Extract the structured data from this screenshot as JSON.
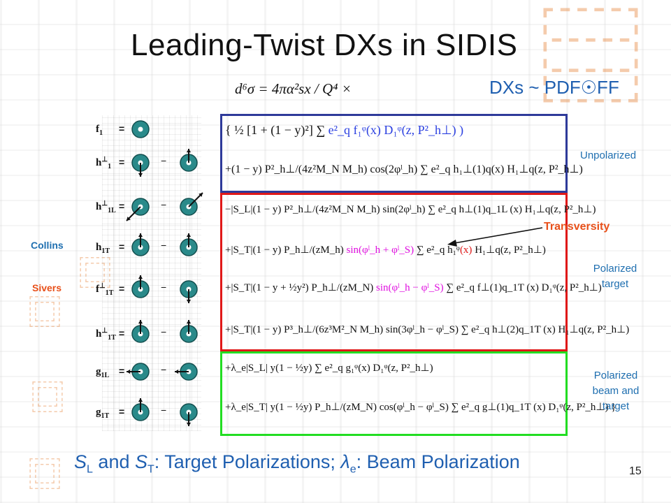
{
  "slide": {
    "title": "Leading-Twist DXs in SIDIS",
    "subtitle": "DXs ~ PDF☉FF",
    "page_number": "15",
    "bottom": {
      "s_l": "S",
      "s_l_sub": "L",
      "and": " and ",
      "s_t": "S",
      "s_t_sub": "T",
      "colon1": ": Target Polarizations; ",
      "lambda": "λ",
      "lambda_sub": "e",
      "colon2": ": Beam Polarization"
    }
  },
  "labels": {
    "unpolarized": "Unpolarized",
    "transversity": "Transversity",
    "polarized_target_1": "Polarized",
    "polarized_target_2": "target",
    "beam_1": "Polarized",
    "beam_2": "beam and",
    "beam_3": "target",
    "collins": "Collins",
    "sivers": "Sivers"
  },
  "functions": [
    {
      "base": "f",
      "sup": "",
      "sub": "1",
      "minus": false
    },
    {
      "base": "h",
      "sup": "⊥",
      "sub": "1",
      "minus": true
    },
    {
      "base": "h",
      "sup": "⊥",
      "sub": "1L",
      "minus": true
    },
    {
      "base": "h",
      "sup": "",
      "sub": "1T",
      "minus": true
    },
    {
      "base": "f",
      "sup": "⊥",
      "sub": "1T",
      "minus": true
    },
    {
      "base": "h",
      "sup": "⊥",
      "sub": "1T",
      "minus": true
    },
    {
      "base": "g",
      "sup": "",
      "sub": "1L",
      "minus": true
    },
    {
      "base": "g",
      "sup": "",
      "sub": "1T",
      "minus": true
    }
  ],
  "equations": {
    "main": "d⁶σ = 4πα²sx / Q⁴ ×",
    "e1_a": "{ ½ [1 + (1 − y)²] ∑",
    "e1_b": " e²_q f₁ᵠ(x) D₁ᵠ(z, P²_h⊥) )",
    "e2": "+(1 − y) P²_h⊥/(4z²M_N M_h) cos(2φˡ_h) ∑ e²_q h₁⊥(1)q(x) H₁⊥q(z, P²_h⊥)",
    "e3": "−|S_L|(1 − y) P²_h⊥/(4z²M_N M_h) sin(2φˡ_h) ∑ e²_q h⊥(1)q_1L (x) H₁⊥q(z, P²_h⊥)",
    "e4_a": "+|S_T|(1 − y) P_h⊥/(zM_h) ",
    "e4_b": "sin(φˡ_h + φˡ_S)",
    "e4_c": " ∑ e²_q h₁ᵠ",
    "e4_d": "(x)",
    "e4_e": " H₁⊥q(z, P²_h⊥)",
    "e5_a": "+|S_T|(1 − y + ½y²) P_h⊥/(zM_N) ",
    "e5_b": "sin(φˡ_h − φˡ_S)",
    "e5_c": " ∑ e²_q f⊥(1)q_1T (x) D₁ᵠ(z, P²_h⊥)",
    "e6": "+|S_T|(1 − y) P³_h⊥/(6z³M²_N M_h) sin(3φˡ_h − φˡ_S) ∑ e²_q h⊥(2)q_1T (x) H₁⊥q(z, P²_h⊥)",
    "e7": "+λ_e|S_L| y(1 − ½y) ∑ e²_q g₁ᵠ(x) D₁ᵠ(z, P²_h⊥)",
    "e8": "+λ_e|S_T| y(1 − ½y) P_h⊥/(zM_N) cos(φˡ_h − φˡ_S) ∑ e²_q g⊥(1)q_1T (x) D₁ᵠ(z, P²_h⊥) }"
  },
  "colors": {
    "accent_blue": "#1f5fb0",
    "orange": "#e8501a",
    "box_blue": "#2e3a9a",
    "box_red": "#e01818",
    "box_green": "#22dd22",
    "circle_fill": "#2a8a8a"
  }
}
